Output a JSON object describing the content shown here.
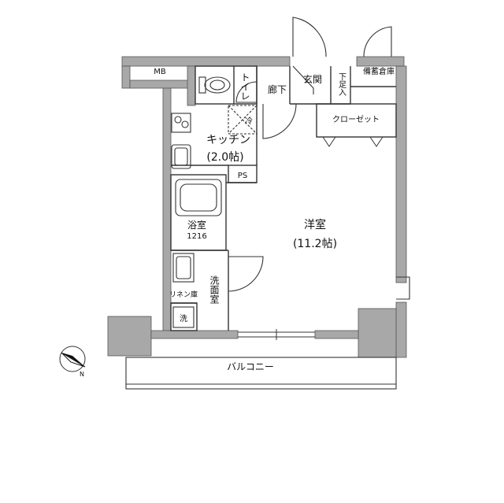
{
  "rooms": {
    "mb": "MB",
    "toilet": "トイレ",
    "hallway": "廊下",
    "entrance": "玄関",
    "shoe_box": "下足入",
    "storage": "備蓄倉庫",
    "closet": "クローゼット",
    "kitchen": "キッチン",
    "kitchen_size": "(2.0帖)",
    "fridge": "冷",
    "ps": "PS",
    "bath": "浴室",
    "bath_size": "1216",
    "western_room": "洋室",
    "western_size": "(11.2帖)",
    "washroom": "洗面室",
    "linen": "リネン庫",
    "washer": "洗",
    "balcony": "バルコニー"
  },
  "compass": {
    "north": "N"
  },
  "colors": {
    "wall": "#a8a8a8",
    "line": "#333333",
    "background": "#ffffff"
  }
}
